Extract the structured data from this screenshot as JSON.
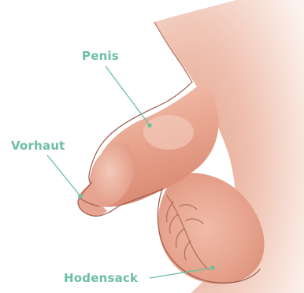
{
  "labels": {
    "penis": "Penis",
    "vorhaut": "Vorhaut",
    "hodensack": "Hodensack"
  },
  "colors": {
    "label_text": "#6dbf9f",
    "leader_line": "#6dbf9f",
    "marker_dot": "#6dbf9f",
    "skin_light": "#f6d8cb",
    "skin_mid": "#e9a893",
    "skin_dark": "#cf7f6a",
    "outline": "#9e5a4a",
    "background": "#ffffff"
  }
}
